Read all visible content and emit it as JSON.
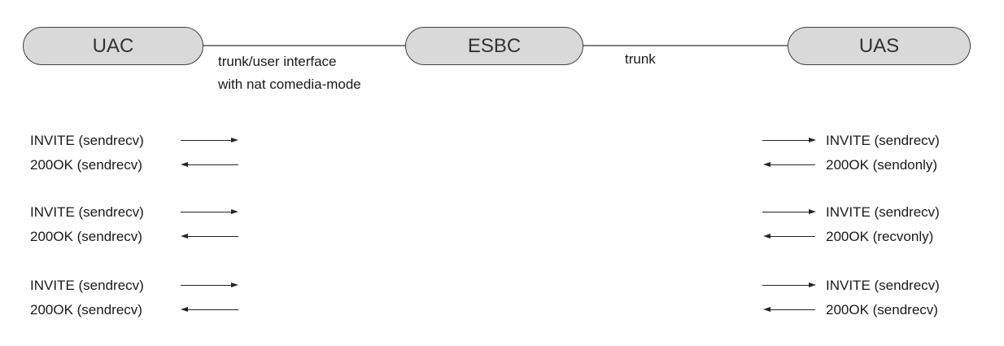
{
  "diagram": {
    "nodes": [
      {
        "label": "UAC"
      },
      {
        "label": "ESBC"
      },
      {
        "label": "UAS"
      }
    ],
    "links": [
      {
        "from": "UAC",
        "to": "ESBC",
        "label_lines": [
          "trunk/user interface",
          "with nat comedia-mode"
        ]
      },
      {
        "from": "ESBC",
        "to": "UAS",
        "label_lines": [
          "trunk"
        ]
      }
    ]
  },
  "left_messages": [
    {
      "text": "INVITE (sendrecv)",
      "direction": "right"
    },
    {
      "text": "200OK (sendrecv)",
      "direction": "left"
    },
    {
      "text": "INVITE (sendrecv)",
      "direction": "right"
    },
    {
      "text": "200OK (sendrecv)",
      "direction": "left"
    },
    {
      "text": "INVITE (sendrecv)",
      "direction": "right"
    },
    {
      "text": "200OK (sendrecv)",
      "direction": "left"
    }
  ],
  "right_messages": [
    {
      "text": "INVITE (sendrecv)",
      "direction": "right"
    },
    {
      "text": "200OK (sendonly)",
      "direction": "left"
    },
    {
      "text": "INVITE (sendrecv)",
      "direction": "right"
    },
    {
      "text": "200OK (recvonly)",
      "direction": "left"
    },
    {
      "text": "INVITE (sendrecv)",
      "direction": "right"
    },
    {
      "text": "200OK (sendrecv)",
      "direction": "left"
    }
  ],
  "colors": {
    "node_fill": "#d9d9d9",
    "node_border": "#404040",
    "connector_line": "#808080",
    "arrow": "#262626",
    "text": "#1a1a1a",
    "background": "#ffffff"
  }
}
